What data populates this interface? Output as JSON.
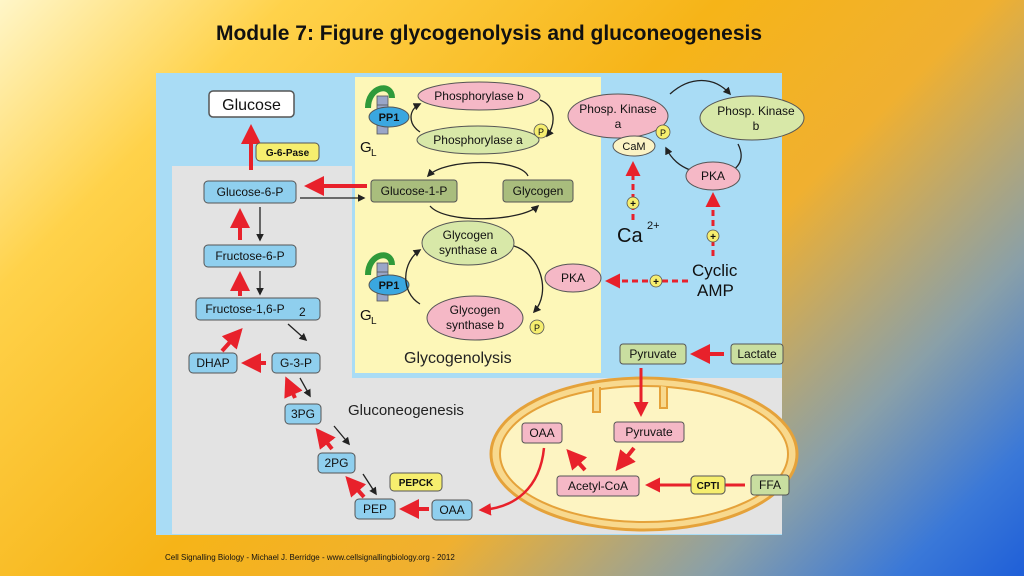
{
  "title": "Module 7: Figure glycogenolysis and gluconeogenesis",
  "footer": "Cell Signalling Biology - Michael J. Berridge - www.cellsignallingbiology.org - 2012",
  "colors": {
    "panel_bg": "#a9dcf5",
    "gray_region": "#e3e3e3",
    "yellow_region": "#fdf7b8",
    "blue_node": "#8fcfee",
    "green_node": "#c9dea0",
    "dark_green_node": "#a9bd7d",
    "pink_node": "#f5b8c6",
    "red_arrow": "#e8212b"
  },
  "nodes": {
    "glucose": "Glucose",
    "g6pase": "G-6-Pase",
    "glucose6p": "Glucose-6-P",
    "fructose6p": "Fructose-6-P",
    "fructose16p": "Fructose-1,6-P",
    "fructose16p_sub": "2",
    "dhap": "DHAP",
    "g3p": "G-3-P",
    "pg3": "3PG",
    "pg2": "2PG",
    "pep": "PEP",
    "pepck": "PEPCK",
    "oaa_cyto": "OAA",
    "glucose1p": "Glucose-1-P",
    "glycogen": "Glycogen",
    "phosphorylase_b": "Phosphorylase b",
    "phosphorylase_a": "Phosphorylase a",
    "glycogen_synthase_a_1": "Glycogen",
    "glycogen_synthase_a_2": "synthase a",
    "glycogen_synthase_b_1": "Glycogen",
    "glycogen_synthase_b_2": "synthase b",
    "pp1_top": "PP1",
    "pp1_bottom": "PP1",
    "gl_top": "G",
    "gl_top_sub": "L",
    "gl_bottom": "G",
    "gl_bottom_sub": "L",
    "phosp_kinase_a_1": "Phosp. Kinase",
    "phosp_kinase_a_2": "a",
    "phosp_kinase_b_1": "Phosp. Kinase",
    "phosp_kinase_b_2": "b",
    "cam": "CaM",
    "pka_top": "PKA",
    "pka_mid": "PKA",
    "ca": "Ca",
    "ca_sup": "2+",
    "cyclic_amp_1": "Cyclic",
    "cyclic_amp_2": "AMP",
    "p_label": "P",
    "plus": "+",
    "glycogenolysis": "Glycogenolysis",
    "gluconeogenesis": "Gluconeogenesis",
    "pyruvate_cyto": "Pyruvate",
    "lactate": "Lactate",
    "oaa_mito": "OAA",
    "pyruvate_mito": "Pyruvate",
    "acetyl_coa": "Acetyl-CoA",
    "cpti": "CPTI",
    "ffa": "FFA"
  }
}
